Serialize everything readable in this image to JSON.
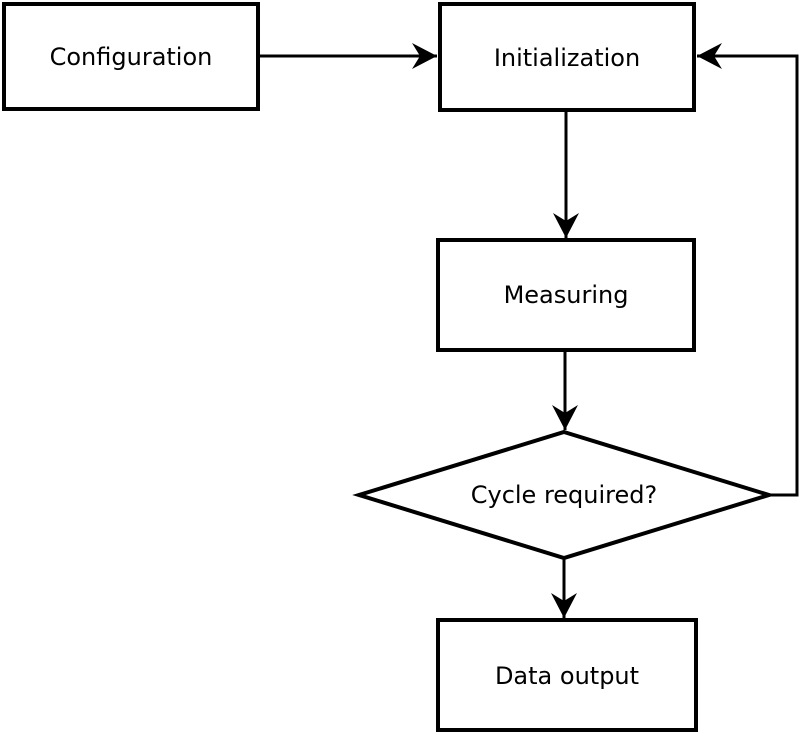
{
  "diagram": {
    "type": "flowchart",
    "colors": {
      "stroke": "#000000",
      "node_fill": "#ffffff",
      "background": "#ffffff"
    },
    "nodes": [
      {
        "id": "configuration",
        "label": "Configuration",
        "shape": "rectangle"
      },
      {
        "id": "initialization",
        "label": "Initialization",
        "shape": "rectangle"
      },
      {
        "id": "measuring",
        "label": "Measuring",
        "shape": "rectangle"
      },
      {
        "id": "cycle-required",
        "label": "Cycle required?",
        "shape": "diamond"
      },
      {
        "id": "data-output",
        "label": "Data output",
        "shape": "rectangle"
      }
    ],
    "edges": [
      {
        "from": "configuration",
        "to": "initialization",
        "direction": "right"
      },
      {
        "from": "initialization",
        "to": "measuring",
        "direction": "down"
      },
      {
        "from": "measuring",
        "to": "cycle-required",
        "direction": "down"
      },
      {
        "from": "cycle-required",
        "to": "data-output",
        "direction": "down"
      },
      {
        "from": "cycle-required",
        "to": "initialization",
        "direction": "right-up-loop"
      }
    ]
  }
}
